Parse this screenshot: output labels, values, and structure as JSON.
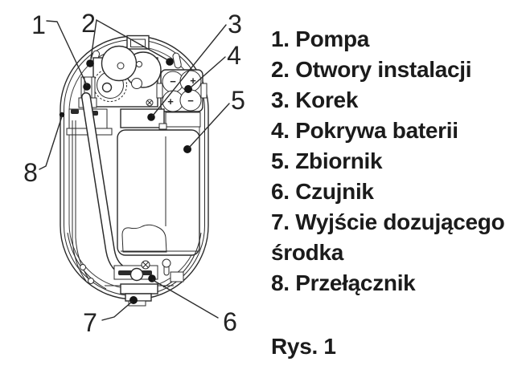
{
  "colors": {
    "ink": "#2b2b2b",
    "text": "#1b1b1b",
    "paper": "#ffffff"
  },
  "legend": {
    "items": [
      {
        "num": "1",
        "label": "Pompa",
        "text": "1. Pompa"
      },
      {
        "num": "2",
        "label": "Otwory instalacji",
        "text": "2. Otwory instalacji"
      },
      {
        "num": "3",
        "label": "Korek",
        "text": "3. Korek"
      },
      {
        "num": "4",
        "label": "Pokrywa baterii",
        "text": "4. Pokrywa baterii"
      },
      {
        "num": "5",
        "label": "Zbiornik",
        "text": "5. Zbiornik"
      },
      {
        "num": "6",
        "label": "Czujnik",
        "text": "6. Czujnik"
      },
      {
        "num": "7",
        "label": "Wyjście dozującego środka",
        "text": "7. Wyjście dozującego środka"
      },
      {
        "num": "8",
        "label": "Przełącznik",
        "text": "8. Przełącznik"
      }
    ],
    "caption": "Rys. 1"
  },
  "diagram": {
    "battery_terminals": [
      "−",
      "+",
      "+",
      "−"
    ]
  }
}
